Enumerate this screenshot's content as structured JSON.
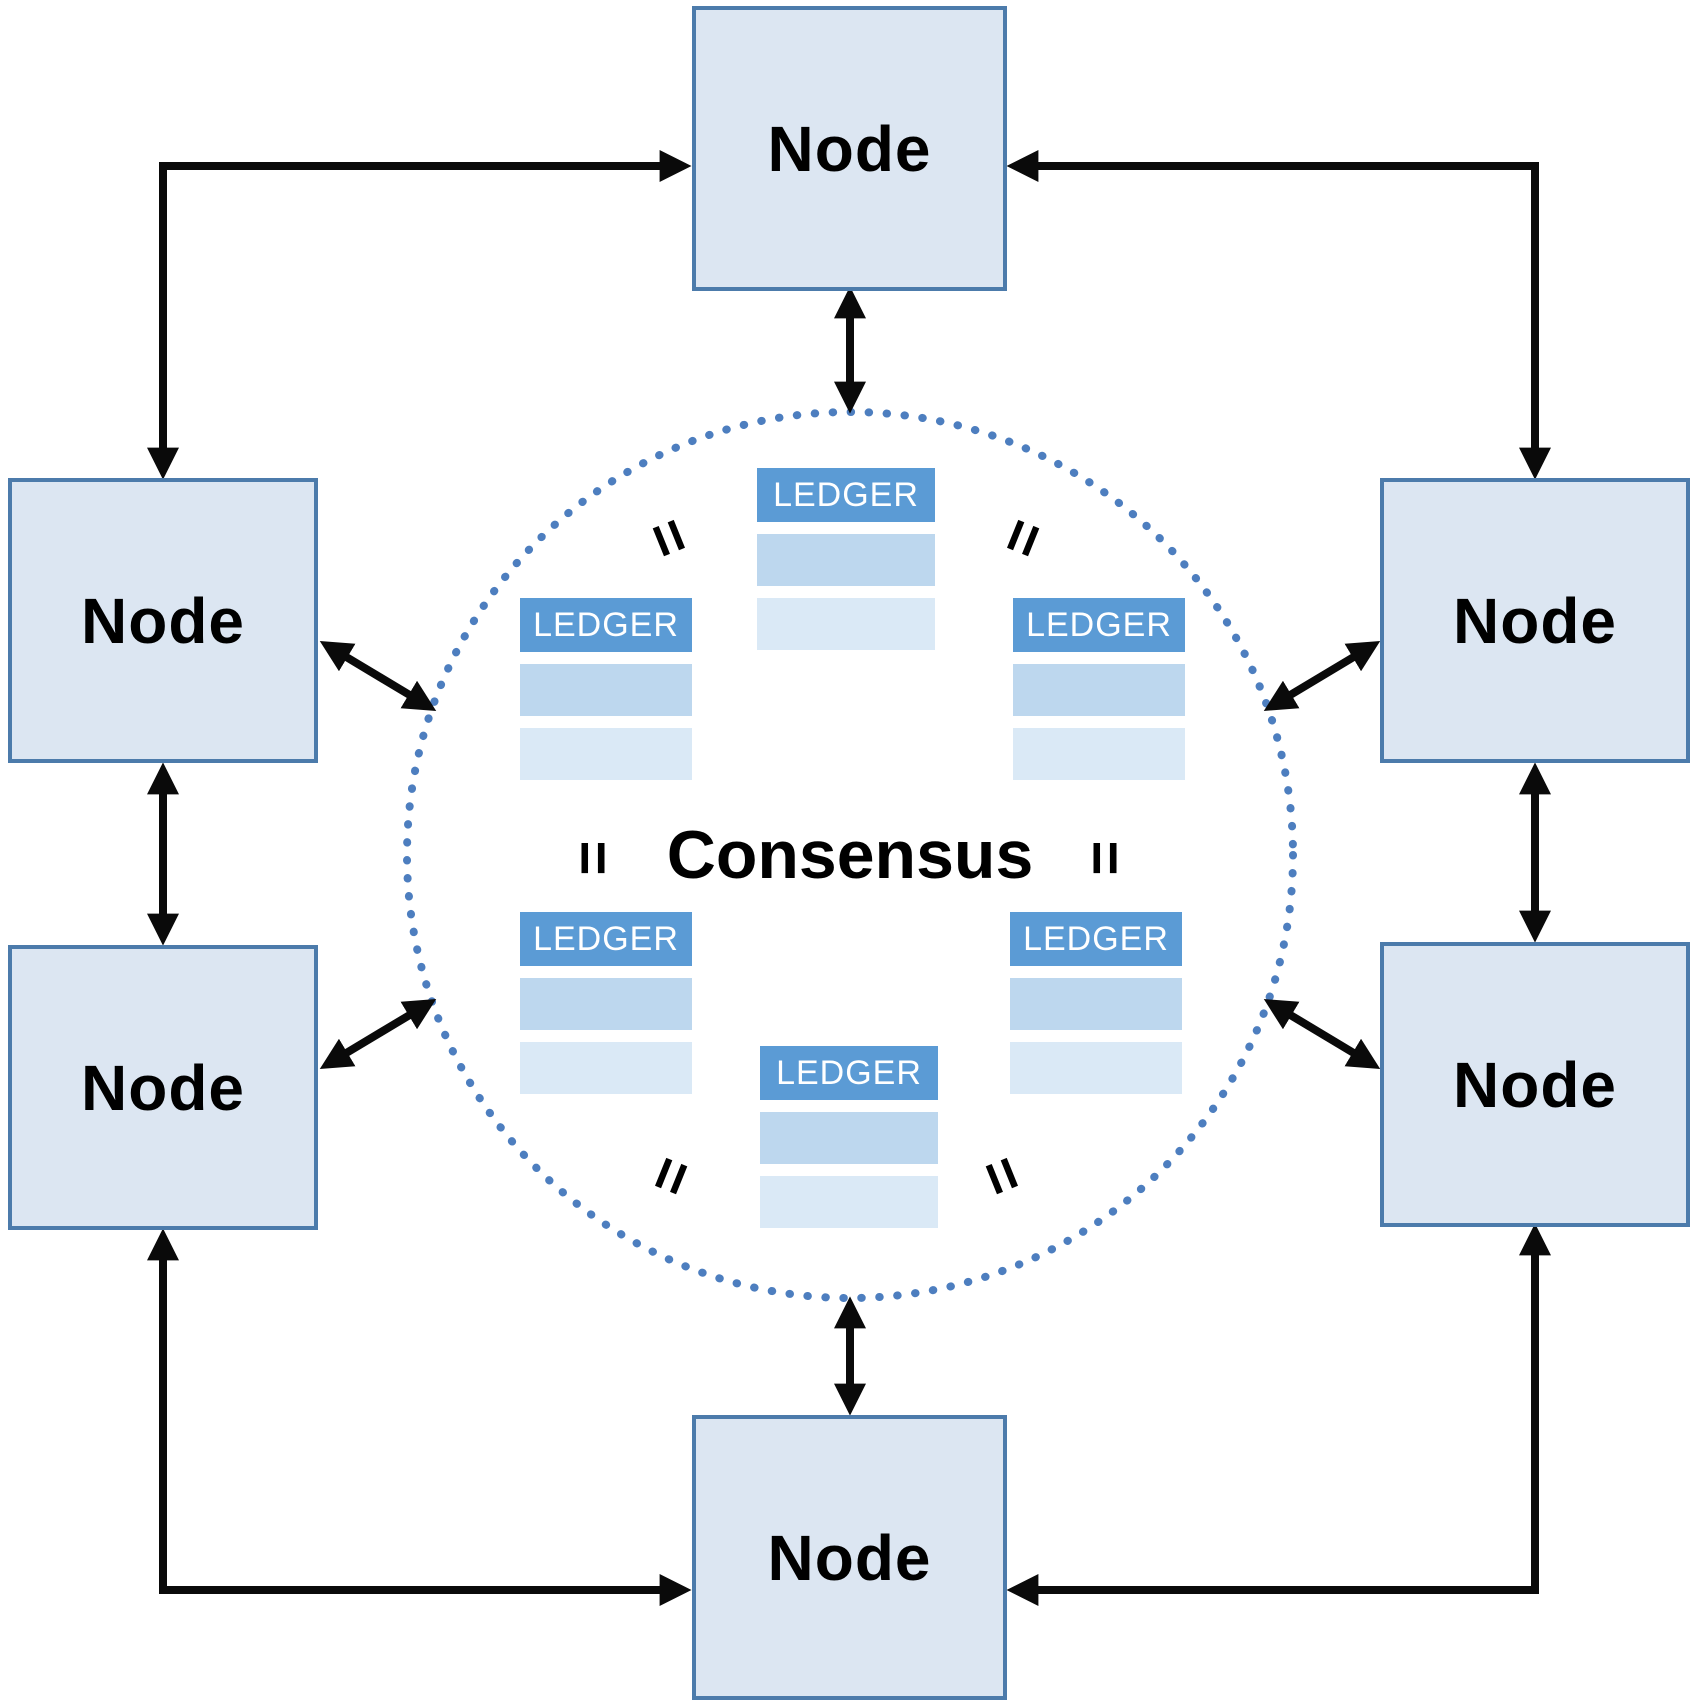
{
  "diagram": {
    "center_label": "Consensus",
    "equals_symbol": "=",
    "nodes": [
      {
        "id": "top",
        "label": "Node"
      },
      {
        "id": "upper-left",
        "label": "Node"
      },
      {
        "id": "upper-right",
        "label": "Node"
      },
      {
        "id": "lower-left",
        "label": "Node"
      },
      {
        "id": "lower-right",
        "label": "Node"
      },
      {
        "id": "bottom",
        "label": "Node"
      }
    ],
    "ledgers": [
      {
        "id": "top",
        "label": "LEDGER"
      },
      {
        "id": "upper-left",
        "label": "LEDGER"
      },
      {
        "id": "upper-right",
        "label": "LEDGER"
      },
      {
        "id": "lower-left",
        "label": "LEDGER"
      },
      {
        "id": "lower-right",
        "label": "LEDGER"
      },
      {
        "id": "bottom",
        "label": "LEDGER"
      }
    ],
    "colors": {
      "node_fill": "#dce6f2",
      "node_border": "#4c7bab",
      "circle_dots": "#4d7ebf",
      "ledger_header": "#5b9bd5",
      "ledger_row_mid": "#bdd7ee",
      "ledger_row_light": "#dae9f6",
      "arrow": "#0a0a0a"
    }
  }
}
